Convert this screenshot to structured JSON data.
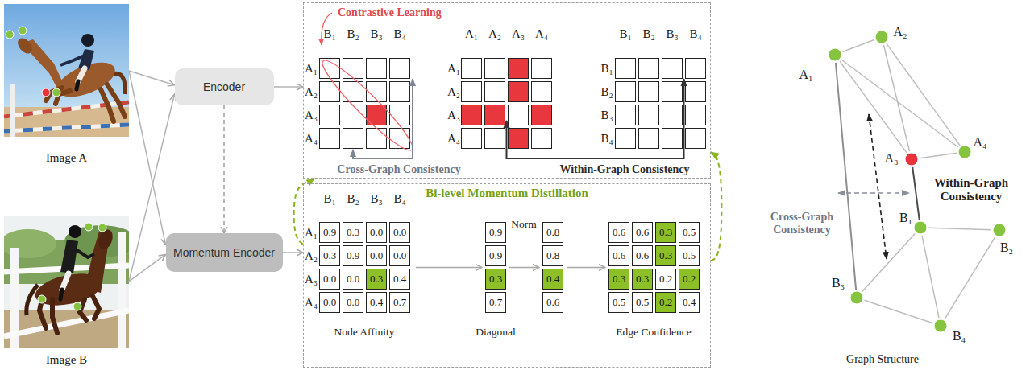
{
  "diagram": {
    "nodes": [
      {
        "text": [
          "Image A"
        ]
      },
      {
        "text": [
          "Encoder"
        ]
      },
      {
        "text": [
          "Contrastive Learning"
        ]
      },
      {
        "text": [
          "Image B"
        ]
      },
      {
        "text": [
          "Momentum Encoder"
        ]
      },
      {
        "text": [
          "Bi-level Momentum Distillation"
        ]
      },
      {
        "text": [
          "A₁"
        ]
      },
      {
        "text": [
          "A₂"
        ]
      },
      {
        "text": [
          "A₃"
        ]
      },
      {
        "text": [
          "A₄"
        ]
      },
      {
        "text": [
          "B₁"
        ]
      },
      {
        "text": [
          "B₂"
        ]
      },
      {
        "text": [
          "B₃"
        ]
      },
      {
        "text": [
          "B₄"
        ]
      }
    ],
    "edges": [
      {
        "from": 0,
        "to": 1,
        "arrow": "to"
      },
      {
        "from": 0,
        "to": 4,
        "arrow": "to"
      },
      {
        "from": 3,
        "to": 1,
        "arrow": "to"
      },
      {
        "from": 3,
        "to": 4,
        "arrow": "to"
      },
      {
        "from": 1,
        "to": 4,
        "arrow": "to"
      },
      {
        "from": 1,
        "to": 2,
        "arrow": "to"
      },
      {
        "from": 4,
        "to": 5,
        "arrow": "to"
      },
      {
        "from": 5,
        "to": 2,
        "arrow": "to"
      },
      {
        "from": 5,
        "to": 2,
        "arrow": "to"
      },
      {
        "from": 6,
        "to": 7,
        "arrow": "none"
      },
      {
        "from": 6,
        "to": 8,
        "arrow": "none"
      },
      {
        "from": 6,
        "to": 9,
        "arrow": "none"
      },
      {
        "from": 7,
        "to": 8,
        "arrow": "none"
      },
      {
        "from": 7,
        "to": 9,
        "arrow": "none"
      },
      {
        "from": 8,
        "to": 9,
        "arrow": "none"
      },
      {
        "from": 6,
        "to": 12,
        "arrow": "none"
      },
      {
        "from": 8,
        "to": 10,
        "arrow": "none"
      },
      {
        "from": 10,
        "to": 11,
        "arrow": "none"
      },
      {
        "from": 10,
        "to": 12,
        "arrow": "none"
      },
      {
        "from": 10,
        "to": 13,
        "arrow": "none"
      },
      {
        "from": 11,
        "to": 13,
        "arrow": "none"
      },
      {
        "from": 12,
        "to": 13,
        "arrow": "none"
      }
    ],
    "labels": [
      "B₁",
      "B₂",
      "B₃",
      "B₄",
      "A₁",
      "A₂",
      "A₃",
      "A₄",
      "A₁",
      "A₂",
      "A₃",
      "A₄",
      "A₁",
      "A₂",
      "A₃",
      "A₄",
      "B₁",
      "B₂",
      "B₃",
      "B₄",
      "B₁",
      "B₂",
      "B₃",
      "B₄",
      "Cross-Graph Consistency",
      "Within-Graph Consistency",
      "B₁",
      "B₂",
      "B₃",
      "B₄",
      "A₁",
      "A₂",
      "A₃",
      "A₄",
      "0.9",
      "0.3",
      "0.0",
      "0.0",
      "0.3",
      "0.9",
      "0.0",
      "0.0",
      "0.0",
      "0.0",
      "0.3",
      "0.4",
      "0.0",
      "0.0",
      "0.4",
      "0.7",
      "Node Affinity",
      "0.9",
      "0.9",
      "0.3",
      "0.7",
      "Diagonal",
      "Norm",
      "0.8",
      "0.8",
      "0.4",
      "0.6",
      "0.6",
      "0.6",
      "0.3",
      "0.5",
      "0.6",
      "0.6",
      "0.3",
      "0.5",
      "0.3",
      "0.3",
      "0.2",
      "0.2",
      "0.5",
      "0.5",
      "0.2",
      "0.4",
      "Edge Confidence",
      "Within-Graph Consistency",
      "Cross-Graph Consistency",
      "Graph Structure"
    ]
  }
}
